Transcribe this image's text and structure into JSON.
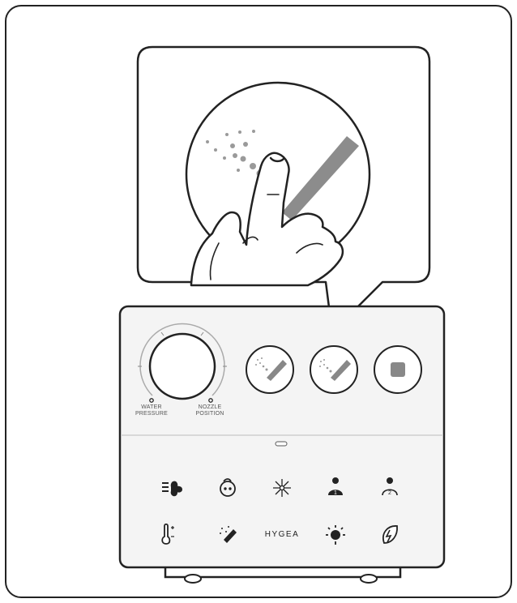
{
  "labels": {
    "water_pressure": [
      "WATER",
      "PRESSURE"
    ],
    "nozzle_position": [
      "NOZZLE",
      "POSITION"
    ],
    "brand": "HYGEA"
  },
  "icons": {
    "panel_buttons": [
      "rear-wash-icon",
      "front-wash-icon",
      "stop-icon"
    ],
    "row1": [
      "dryer-fan-icon",
      "child-face-icon",
      "sparkle-icon",
      "user-1-icon",
      "user-2-icon"
    ],
    "row2": [
      "temperature-icon",
      "wand-clean-icon",
      "brand-text",
      "lamp-icon",
      "eco-leaf-icon"
    ]
  },
  "colors": {
    "outline": "#222222",
    "spray": "#9a9a9a",
    "nozzle": "#8c8c8c",
    "panel": "#f4f4f4"
  }
}
